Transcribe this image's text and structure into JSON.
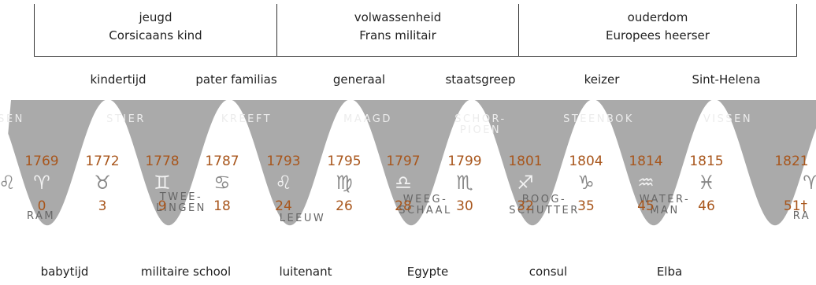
{
  "life_stages": [
    {
      "period": "jeugd",
      "role": "Corsicaans kind"
    },
    {
      "period": "volwassenheid",
      "role": "Frans militair"
    },
    {
      "period": "ouderdom",
      "role": "Europees heerser"
    }
  ],
  "top_milestones": [
    "kindertijd",
    "pater familias",
    "generaal",
    "staatsgreep",
    "keizer",
    "Sint-Helena"
  ],
  "bottom_milestones": [
    "babytijd",
    "militaire school",
    "luitenant",
    "Egypte",
    "consul",
    "Elba"
  ],
  "signs_top": [
    "SEN",
    "STIER",
    "KREEFT",
    "MAAGD",
    "SCHOR-|PIOEN",
    "STEENBOK",
    "VISSEN"
  ],
  "signs_bottom": [
    "RAM",
    "TWEE-|LINGEN",
    "LEEUW",
    "WEEG-|SCHAAL",
    "BOOG-|SCHUTTER",
    "WATER-|MAN",
    "RA"
  ],
  "years": [
    "1769",
    "1772",
    "1778",
    "1787",
    "1793",
    "1795",
    "1797",
    "1799",
    "1801",
    "1804",
    "1814",
    "1815",
    "1821"
  ],
  "ages": [
    "0",
    "3",
    "9",
    "18",
    "24",
    "26",
    "28",
    "30",
    "32",
    "35",
    "45",
    "46",
    "51†"
  ],
  "zodiac_glyphs": [
    "♌",
    "♈",
    "♉",
    "♊",
    "♋",
    "♌",
    "♍",
    "♎",
    "♏",
    "♐",
    "♑",
    "♒",
    "♓",
    "♈"
  ],
  "colors": {
    "band_grey": "#aaaaaa",
    "number_brown": "#a8561c",
    "label_grey": "#666666",
    "glyph_light": "#f2f2f2",
    "glyph_dark": "#888888"
  }
}
